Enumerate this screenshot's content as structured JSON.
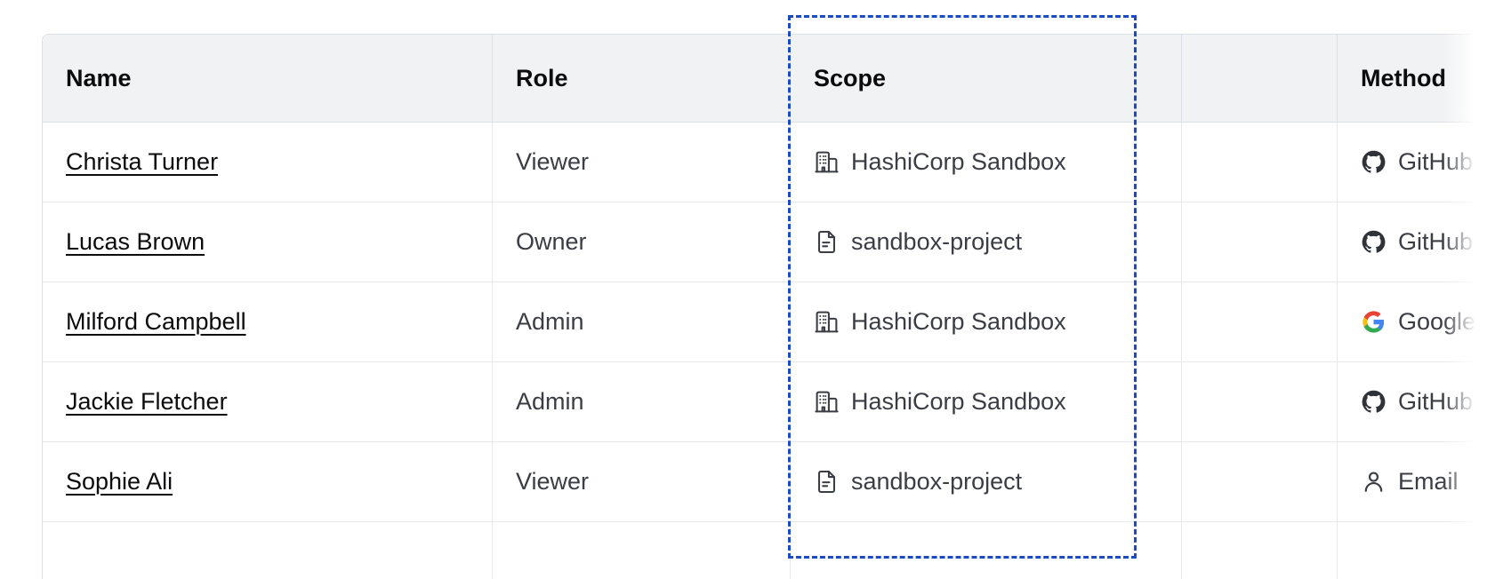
{
  "table": {
    "columns": [
      {
        "key": "name",
        "label": "Name"
      },
      {
        "key": "role",
        "label": "Role"
      },
      {
        "key": "scope",
        "label": "Scope"
      },
      {
        "key": "blank",
        "label": ""
      },
      {
        "key": "method",
        "label": "Method"
      }
    ],
    "rows": [
      {
        "name": "Christa Turner",
        "role": "Viewer",
        "scope": "HashiCorp Sandbox",
        "scope_icon": "organization-building-icon",
        "method": "GitHub",
        "method_icon": "github-icon"
      },
      {
        "name": "Lucas Brown",
        "role": "Owner",
        "scope": "sandbox-project",
        "scope_icon": "project-document-icon",
        "method": "GitHub",
        "method_icon": "github-icon"
      },
      {
        "name": "Milford Campbell",
        "role": "Admin",
        "scope": "HashiCorp Sandbox",
        "scope_icon": "organization-building-icon",
        "method": "Google",
        "method_icon": "google-icon"
      },
      {
        "name": "Jackie Fletcher",
        "role": "Admin",
        "scope": "HashiCorp Sandbox",
        "scope_icon": "organization-building-icon",
        "method": "GitHub",
        "method_icon": "github-icon"
      },
      {
        "name": "Sophie Ali",
        "role": "Viewer",
        "scope": "sandbox-project",
        "scope_icon": "project-document-icon",
        "method": "Email",
        "method_icon": "user-person-icon"
      },
      {
        "name": "",
        "role": "",
        "scope": "",
        "scope_icon": "",
        "method": "",
        "method_icon": ""
      }
    ]
  },
  "highlight": {
    "target_column": "Scope",
    "style": "dashed",
    "color": "#1b4ac4"
  },
  "colors": {
    "header_background": "#f1f2f4",
    "header_text": "#0c0c0e",
    "body_text": "#3b3d45",
    "border": "#dcdfe5",
    "row_border": "#e6e8eb",
    "link_text": "#0c0c0e",
    "google_blue": "#4285f4",
    "google_red": "#ea4335",
    "google_yellow": "#fbbc05",
    "google_green": "#34a853",
    "github_dark": "#2f3338"
  }
}
